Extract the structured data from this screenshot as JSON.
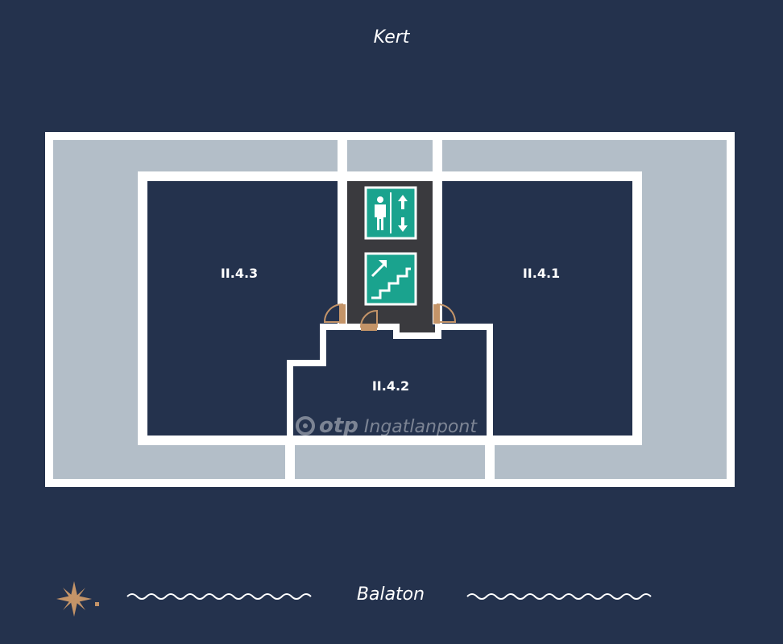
{
  "labels": {
    "top": "Kert",
    "bottom": "Balaton"
  },
  "units": [
    {
      "id": "II.4.3",
      "label": "II.4.3"
    },
    {
      "id": "II.4.1",
      "label": "II.4.1"
    },
    {
      "id": "II.4.2",
      "label": "II.4.2"
    }
  ],
  "watermark": {
    "brand": "otp",
    "rest": "Ingatlanpont"
  },
  "icons": [
    "elevator-icon",
    "stairs-icon",
    "compass-star-icon",
    "wave-icon"
  ],
  "colors": {
    "background": "#24324d",
    "wall": "#ffffff",
    "terrace": "#b3bec8",
    "core": "#3a3a3e",
    "sign": "#1aa38e",
    "door": "#c49468",
    "accent": "#c49468"
  }
}
